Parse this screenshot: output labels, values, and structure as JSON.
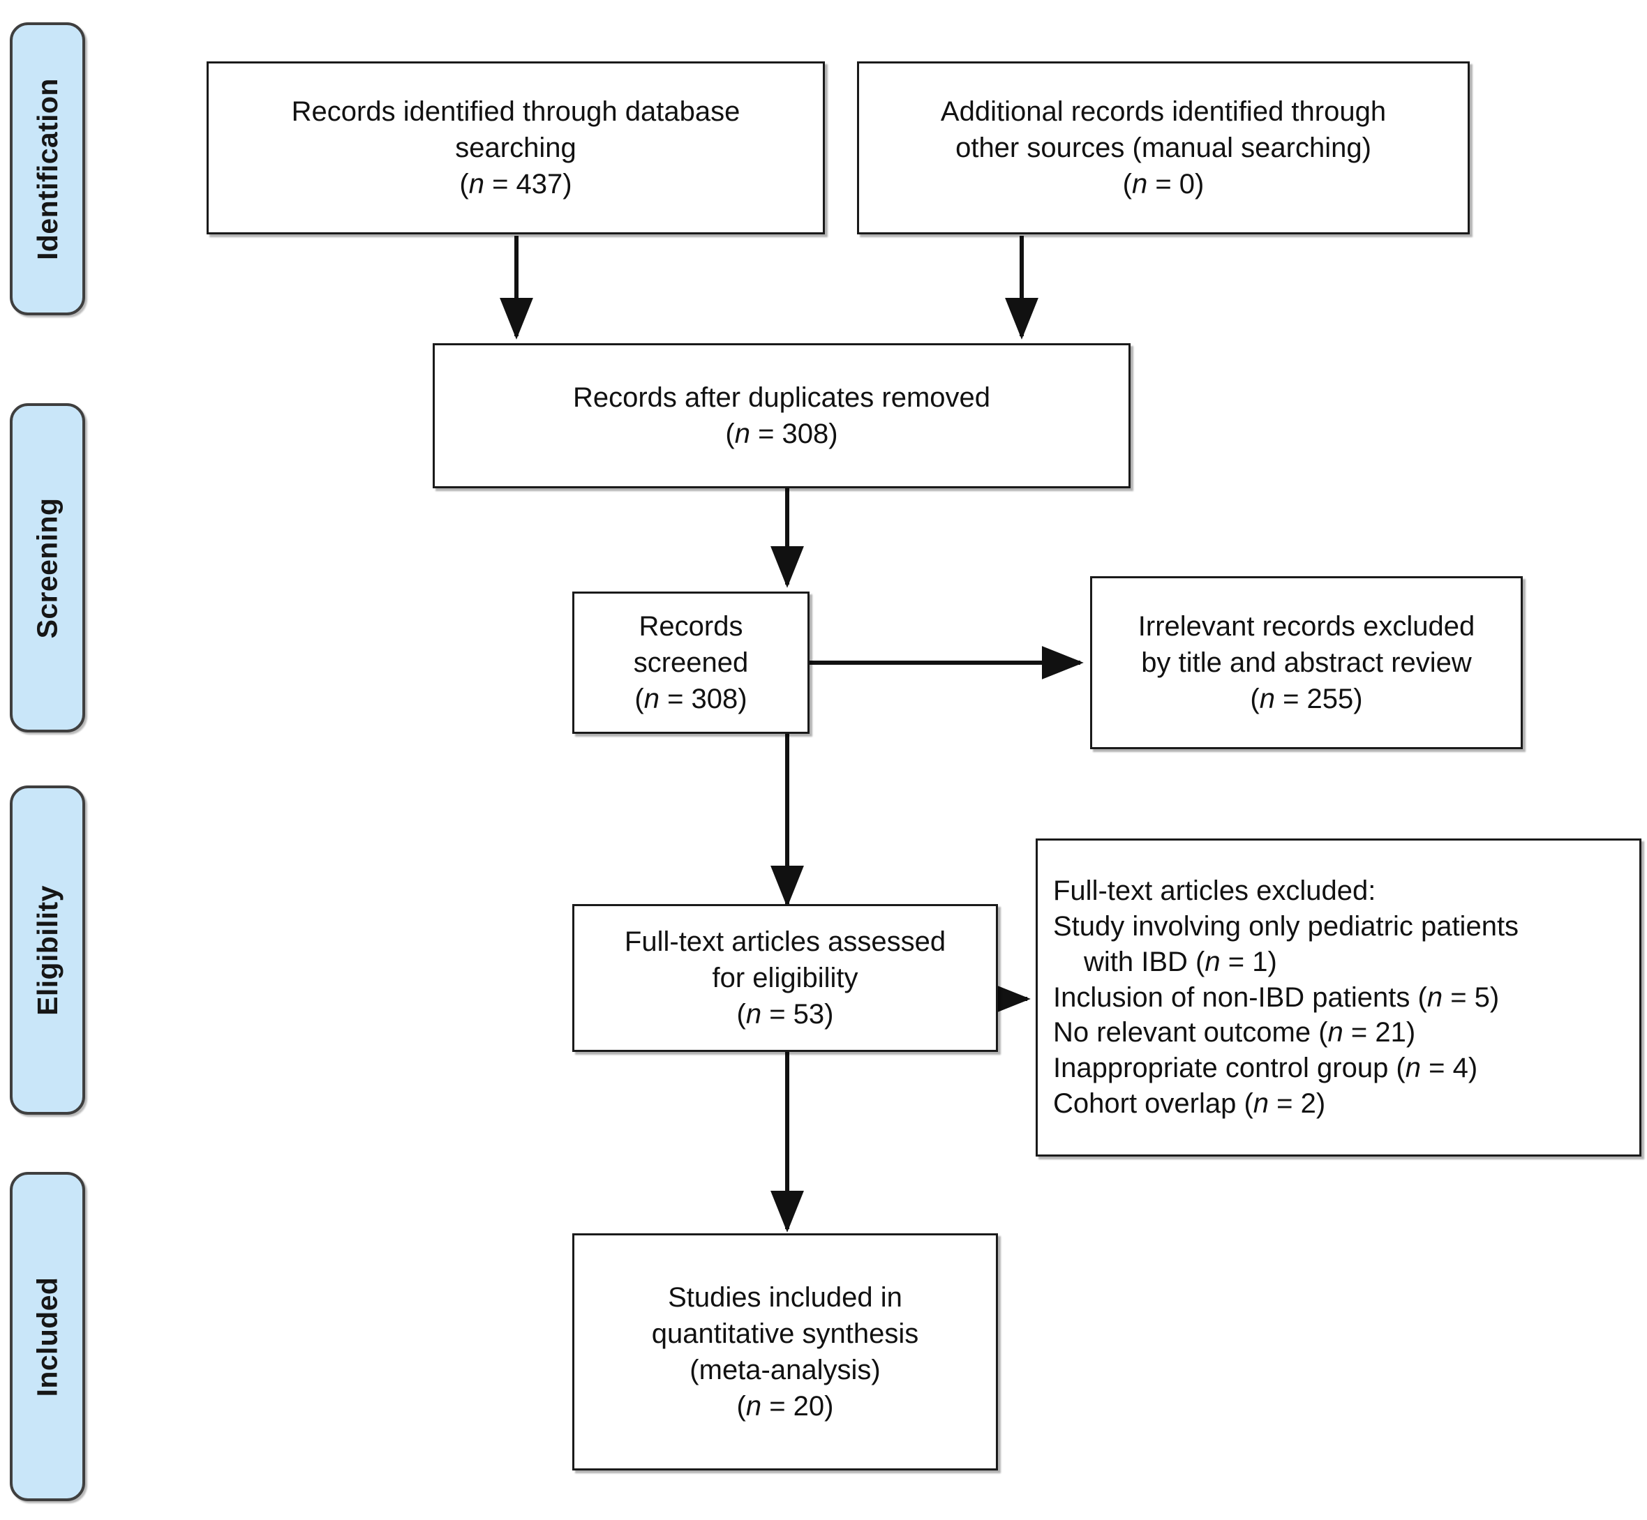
{
  "diagram": {
    "type": "PRISMA flow diagram",
    "accent_color": "#c9e6f9",
    "border_color": "#1a1a1a"
  },
  "stages": [
    {
      "label": "Identification"
    },
    {
      "label": "Screening"
    },
    {
      "label": "Eligibility"
    },
    {
      "label": "Included"
    }
  ],
  "boxes": {
    "database_search": {
      "line1": "Records identified through database",
      "line2": "searching",
      "count_prefix": "(",
      "count_n": "n",
      "count_eq": " = 437)"
    },
    "other_sources": {
      "line1": "Additional records identified through",
      "line2": "other sources (manual searching)",
      "count_eq": " = 0)"
    },
    "duplicates_removed": {
      "line1": "Records after duplicates removed",
      "count_eq": " = 308)"
    },
    "records_screened": {
      "line1": "Records screened",
      "count_eq": " = 308)"
    },
    "irrelevant_excluded": {
      "line1": "Irrelevant records excluded",
      "line2": "by title and abstract review",
      "count_eq": " = 255)"
    },
    "fulltext_assessed": {
      "line1": "Full-text articles assessed",
      "line2": "for eligibility",
      "count_eq": " = 53)"
    },
    "fulltext_excluded": {
      "heading": "Full-text articles excluded:",
      "reasons": [
        {
          "text": "Study involving only pediatric patients",
          "indent": false,
          "count": null
        },
        {
          "text": "with IBD (",
          "indent": true,
          "count": " = 1)"
        },
        {
          "text": "Inclusion of non-IBD patients (",
          "indent": false,
          "count": " = 5)"
        },
        {
          "text": "No relevant outcome (",
          "indent": false,
          "count": " = 21)"
        },
        {
          "text": "Inappropriate control group (",
          "indent": false,
          "count": " = 4)"
        },
        {
          "text": "Cohort overlap (",
          "indent": false,
          "count": " = 2)"
        }
      ]
    },
    "studies_included": {
      "line1": "Studies included in",
      "line2": "quantitative synthesis",
      "line3": "(meta-analysis)",
      "count_eq": " = 20)"
    }
  },
  "symbols": {
    "n_italic": "n",
    "open_paren": "(",
    "close_paren": ")"
  }
}
